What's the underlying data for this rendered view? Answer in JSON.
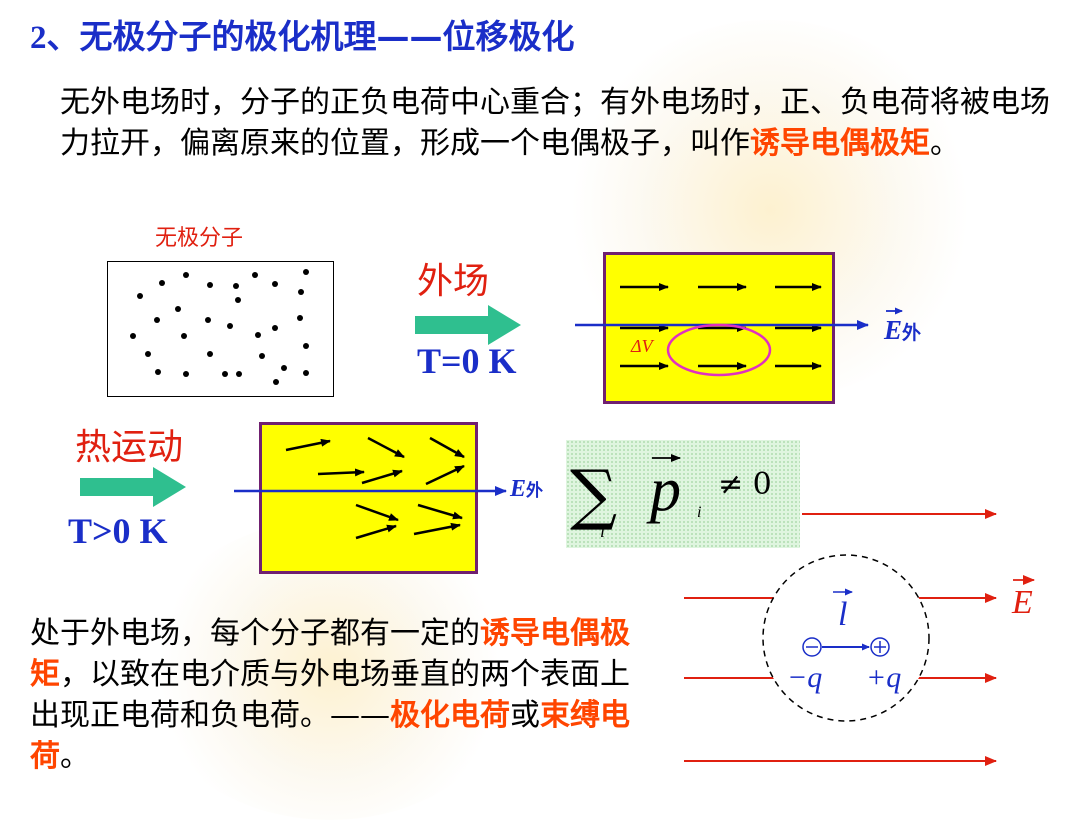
{
  "title": {
    "number": "2、",
    "text": "无极分子的极化机理——位移极化"
  },
  "para1": {
    "text": "无外电场时，分子的正负电荷中心重合；有外电场时，正、负电荷将被电场力拉开，偏离原来的位置，形成一个电偶极子，叫作",
    "highlight": "诱导电偶极矩",
    "end": "。"
  },
  "diagram": {
    "nonpolar_label": "无极分子",
    "external_field_label": "外场",
    "t_zero_label": "T=0 K",
    "delta_v_label": "ΔV",
    "e_ext_label_main": "E",
    "e_ext_label_sub": "外",
    "thermal_label": "热运动",
    "t_positive_label": "T>0 K",
    "e_ext2_label_main": "E",
    "e_ext2_label_sub": "外",
    "sum_symbol": "∑",
    "sum_p": "p",
    "sum_sub": "i",
    "sum_index": "i",
    "sum_rhs": "≠ 0",
    "dipole_l": "l",
    "dipole_neg": "−q",
    "dipole_pos": "+q",
    "field_E": "E"
  },
  "para2": {
    "t1": "处于外电场，每个分子都有一定的",
    "h1": "诱导电偶极矩",
    "t2": "，以致在电介质与外电场垂直的两个表面上出现正电荷和负电荷。——",
    "h2": "极化电荷",
    "t3": "或",
    "h3": "束缚电荷",
    "t4": "。"
  },
  "colors": {
    "title_blue": "#1a2ec8",
    "highlight_orange": "#ff4500",
    "label_red": "#e02010",
    "box_yellow": "#ffff00",
    "arrow_green": "#2fbf8f"
  }
}
